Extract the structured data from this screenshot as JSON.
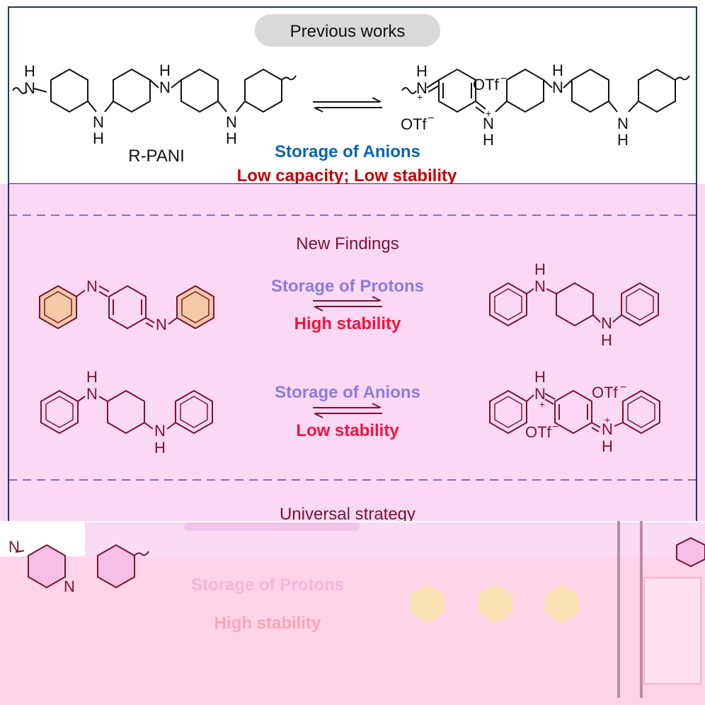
{
  "colors": {
    "pink_panel": "#fbd8f4",
    "pink_bottom": "#ffcfe6",
    "gray_pill": "#d9d9d9",
    "dash": "#8a6fc7",
    "blue": "#0a63b5",
    "dark_red": "#c00000",
    "lavender": "#8a7ddd",
    "bright_red": "#f0143c",
    "maroon": "#7a1230",
    "ring_peach": "#f6caa8",
    "hex_yellow": "#fbe2b4"
  },
  "previous": {
    "pill_label": "Previous works",
    "polymer_label": "R-PANI",
    "storage_label": "Storage of Anions",
    "drawback_label": "Low capacity; Low stability"
  },
  "findings": {
    "heading": "New Findings",
    "row1": {
      "storage_label": "Storage of Protons",
      "stability_label": "High stability"
    },
    "row2": {
      "storage_label": "Storage of Anions",
      "stability_label": "Low stability"
    }
  },
  "strategy": {
    "heading": "Universal strategy",
    "storage_label": "Storage of Protons",
    "stability_label": "High stability"
  },
  "chem": {
    "h": "H",
    "n": "N",
    "plus": "+",
    "otf": "OTf",
    "minus": "−"
  }
}
